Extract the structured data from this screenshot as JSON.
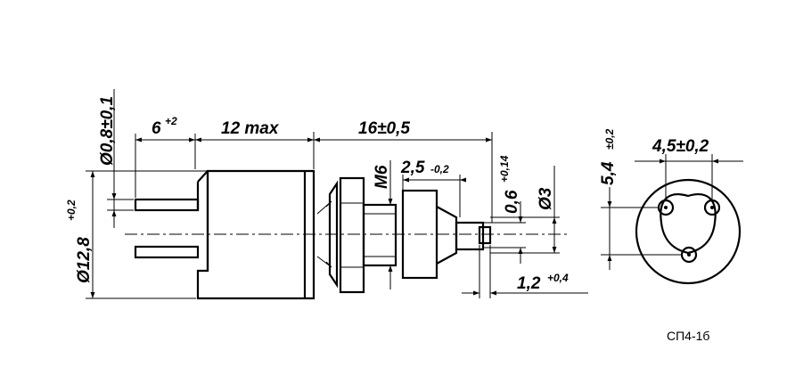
{
  "drawing": {
    "caption": "СП4-1б",
    "dimensions": {
      "lead_diameter": "Ø0,8±0,1",
      "lead_length_value": "6",
      "lead_length_tol": "+2",
      "body_length": "12 max",
      "shaft_length": "16±0,5",
      "body_diameter_value": "Ø12,8",
      "body_diameter_tol": "+0,2",
      "thread": "M6",
      "collar_value": "2,5",
      "collar_tol": "-0,2",
      "slot_value": "0,6",
      "slot_tol": "+0,14",
      "shaft_diameter": "Ø3",
      "tip_value": "1,2",
      "tip_tol": "+0,4",
      "pin_height_value": "5,4",
      "pin_height_tol": "±0,2",
      "pin_spacing": "4,5±0,2"
    }
  }
}
